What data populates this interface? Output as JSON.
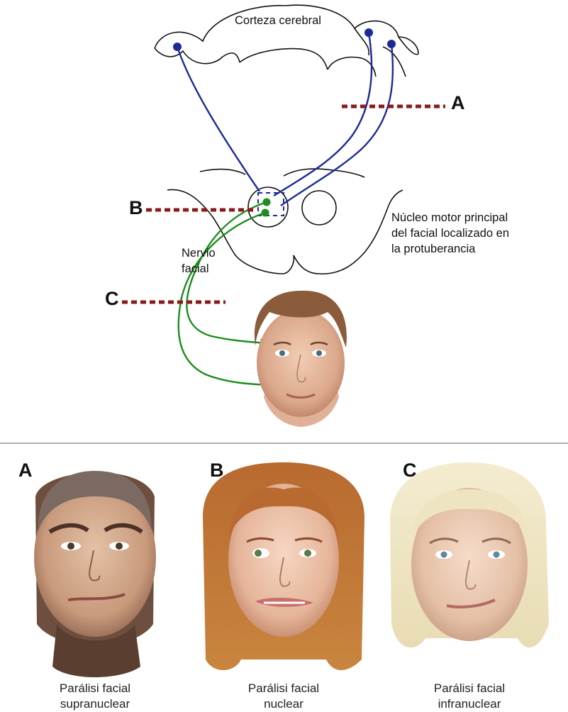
{
  "diagram": {
    "cortex_label": "Corteza cerebral",
    "level_a": "A",
    "level_b": "B",
    "level_c": "C",
    "nucleus_note": [
      "Núcleo motor principal",
      "del facial localizado en",
      "la protuberancia"
    ],
    "nerve_label": [
      "Nervio",
      "facial"
    ],
    "colors": {
      "upper_motor_neuron": "#1c2a96",
      "facial_nerve": "#1e8c1e",
      "lesion_marker": "#8b1a1a"
    }
  },
  "cases": [
    {
      "letter": "A",
      "caption": [
        "Parálisi facial",
        "supranuclear"
      ],
      "hair": "gray-brown"
    },
    {
      "letter": "B",
      "caption": [
        "Parálisi facial",
        "nuclear"
      ],
      "hair": "auburn"
    },
    {
      "letter": "C",
      "caption": [
        "Parálisi facial",
        "infranuclear"
      ],
      "hair": "platinum-blonde"
    }
  ]
}
